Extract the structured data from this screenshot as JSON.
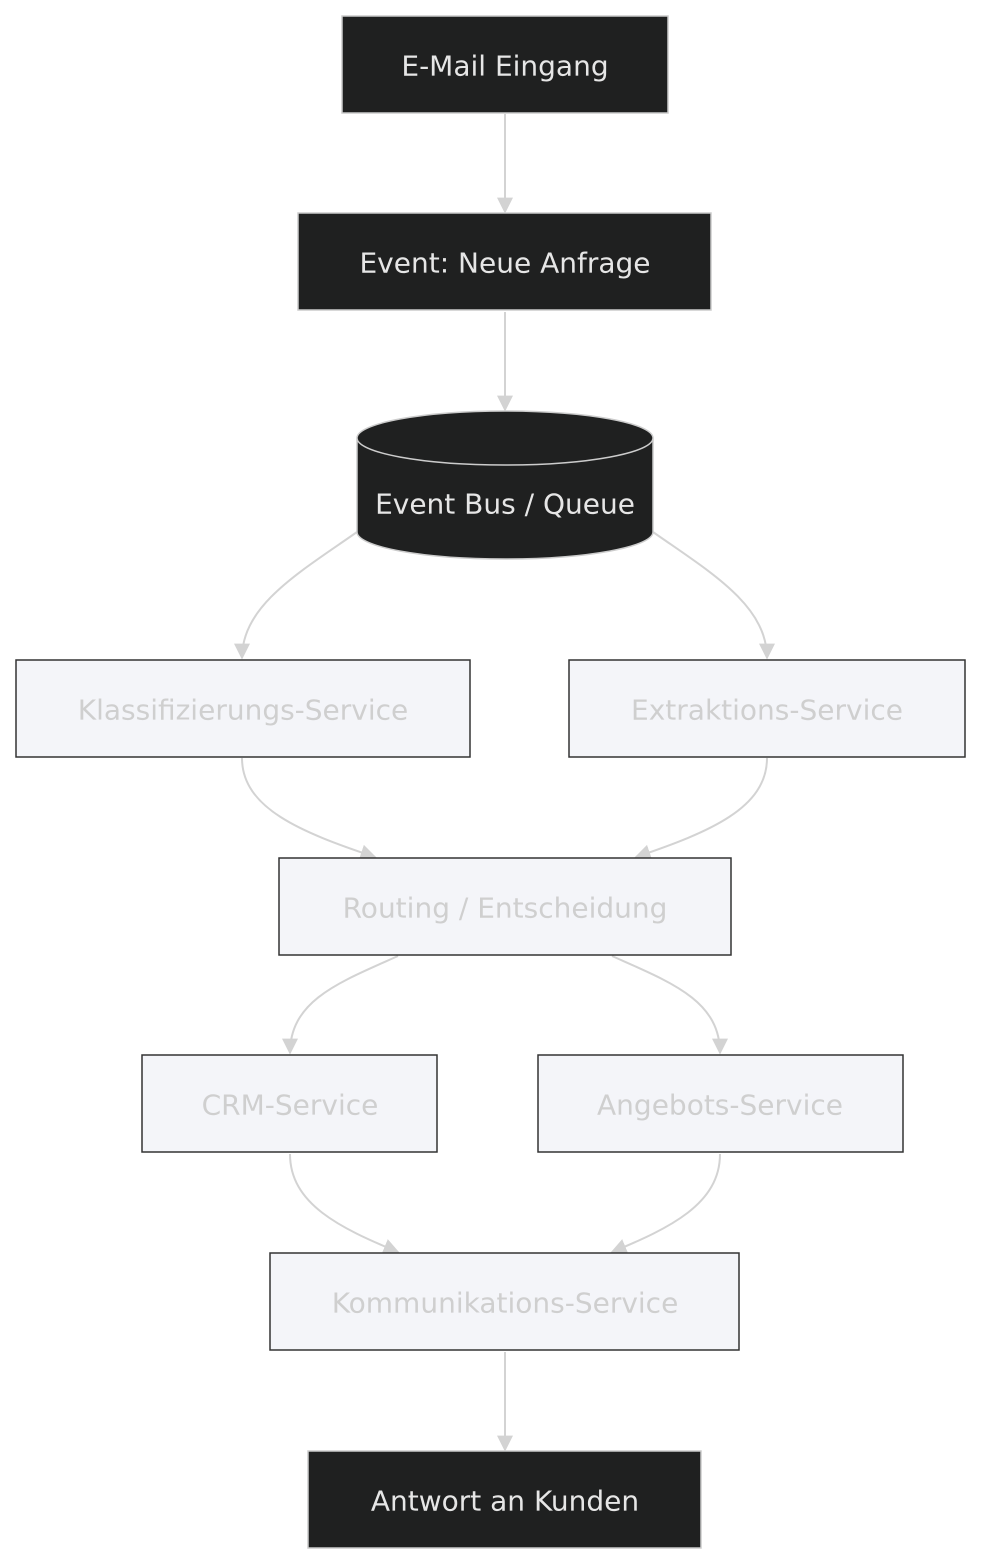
{
  "diagram": {
    "nodes": {
      "email": {
        "label": "E-Mail Eingang",
        "color": "#1f2020"
      },
      "event": {
        "label": "Event: Neue Anfrage",
        "color": "#1f2020"
      },
      "bus": {
        "label": "Event Bus / Queue",
        "color": "#1f2020"
      },
      "klass": {
        "label": "Klassifizierungs-Service",
        "color": "#f4f5f9"
      },
      "extr": {
        "label": "Extraktions-Service",
        "color": "#f4f5f9"
      },
      "routing": {
        "label": "Routing / Entscheidung",
        "color": "#f4f5f9"
      },
      "crm": {
        "label": "CRM-Service",
        "color": "#f4f5f9"
      },
      "angebot": {
        "label": "Angebots-Service",
        "color": "#f4f5f9"
      },
      "komm": {
        "label": "Kommunikations-Service",
        "color": "#f4f5f9"
      },
      "antwort": {
        "label": "Antwort an Kunden",
        "color": "#1f2020"
      }
    },
    "edges": [
      [
        "email",
        "event"
      ],
      [
        "event",
        "bus"
      ],
      [
        "bus",
        "klass"
      ],
      [
        "bus",
        "extr"
      ],
      [
        "klass",
        "routing"
      ],
      [
        "extr",
        "routing"
      ],
      [
        "routing",
        "crm"
      ],
      [
        "routing",
        "angebot"
      ],
      [
        "crm",
        "komm"
      ],
      [
        "angebot",
        "komm"
      ],
      [
        "komm",
        "antwort"
      ]
    ]
  }
}
